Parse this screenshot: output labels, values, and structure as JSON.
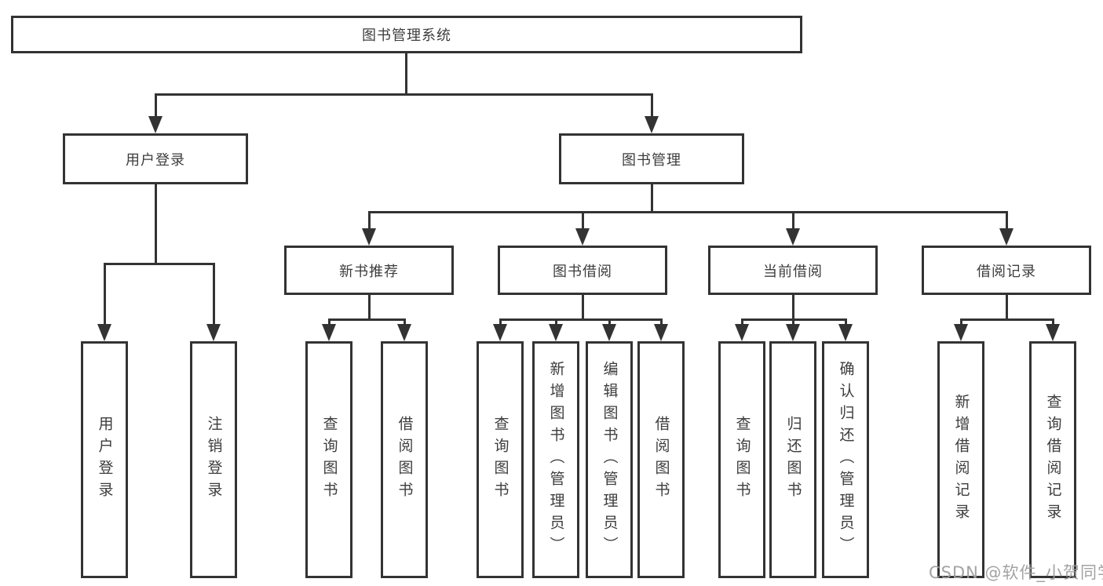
{
  "diagram": {
    "root": "图书管理系统",
    "level1": [
      "用户登录",
      "图书管理"
    ],
    "level2": [
      "新书推荐",
      "图书借阅",
      "当前借阅",
      "借阅记录"
    ],
    "leaves": {
      "user_login": [
        "用户登录",
        "注销登录"
      ],
      "new_books": [
        "查询图书",
        "借阅图书"
      ],
      "book_borrow": [
        "查询图书",
        "新增图书（管理员）",
        "编辑图书（管理员）",
        "借阅图书"
      ],
      "current_borrow": [
        "查询图书",
        "归还图书",
        "确认归还（管理员）"
      ],
      "borrow_records": [
        "新增借阅记录",
        "查询借阅记录"
      ]
    }
  },
  "watermark": {
    "text": "CSDN @软件_小贺同学"
  },
  "colors": {
    "line": "#333333",
    "box_border": "#333333",
    "text": "#3d3d3d",
    "watermark": "#9e9e9e",
    "background": "#ffffff"
  }
}
